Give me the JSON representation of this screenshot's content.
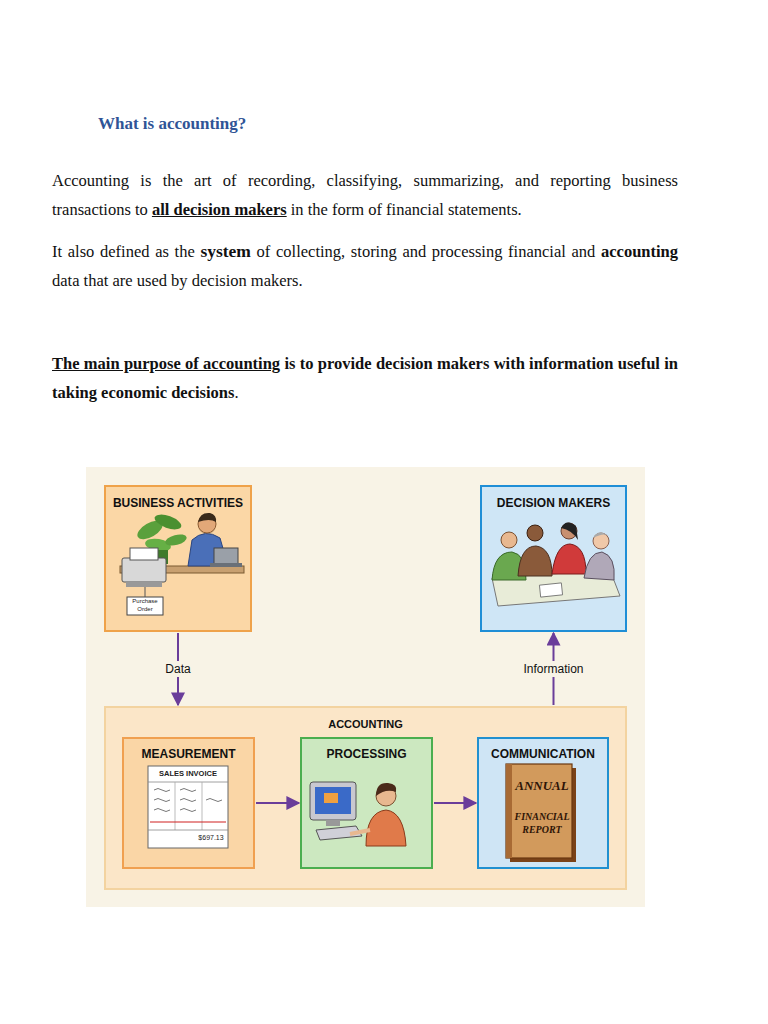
{
  "diagram": {
    "title": "What is accounting?",
    "nodes": [
      {
        "text": [
          "BUSINESS ACTIVITIES"
        ]
      },
      {
        "text": [
          "DECISION MAKERS"
        ]
      },
      {
        "text": [
          "ACCOUNTING"
        ]
      },
      {
        "text": [
          "MEASUREMENT"
        ],
        "in": 2
      },
      {
        "text": [
          "PROCESSING"
        ],
        "in": 2
      },
      {
        "text": [
          "COMMUNICATION"
        ],
        "in": 2
      }
    ],
    "edges": [
      {
        "from": 0,
        "to": 2,
        "label": "Data",
        "arrow": "to"
      },
      {
        "from": 2,
        "to": 1,
        "label": "Information",
        "arrow": "to"
      },
      {
        "from": 3,
        "to": 4,
        "arrow": "to"
      },
      {
        "from": 4,
        "to": 5,
        "arrow": "to"
      }
    ],
    "labels": [
      "Accounting is the art of recording, classifying, summarizing, and reporting business transactions to",
      "all decision makers",
      "in the form of financial statements.",
      "It also defined as the",
      "system",
      "of collecting, storing and processing financial and",
      "accounting",
      "data that are used by decision makers.",
      "The main purpose of accounting",
      "is to provide decision makers with information useful in taking economic decisions",
      ".",
      "Purchase Order",
      "SALES INVOICE",
      "$697.13",
      "ANNUAL",
      "FINANCIAL REPORT"
    ]
  }
}
